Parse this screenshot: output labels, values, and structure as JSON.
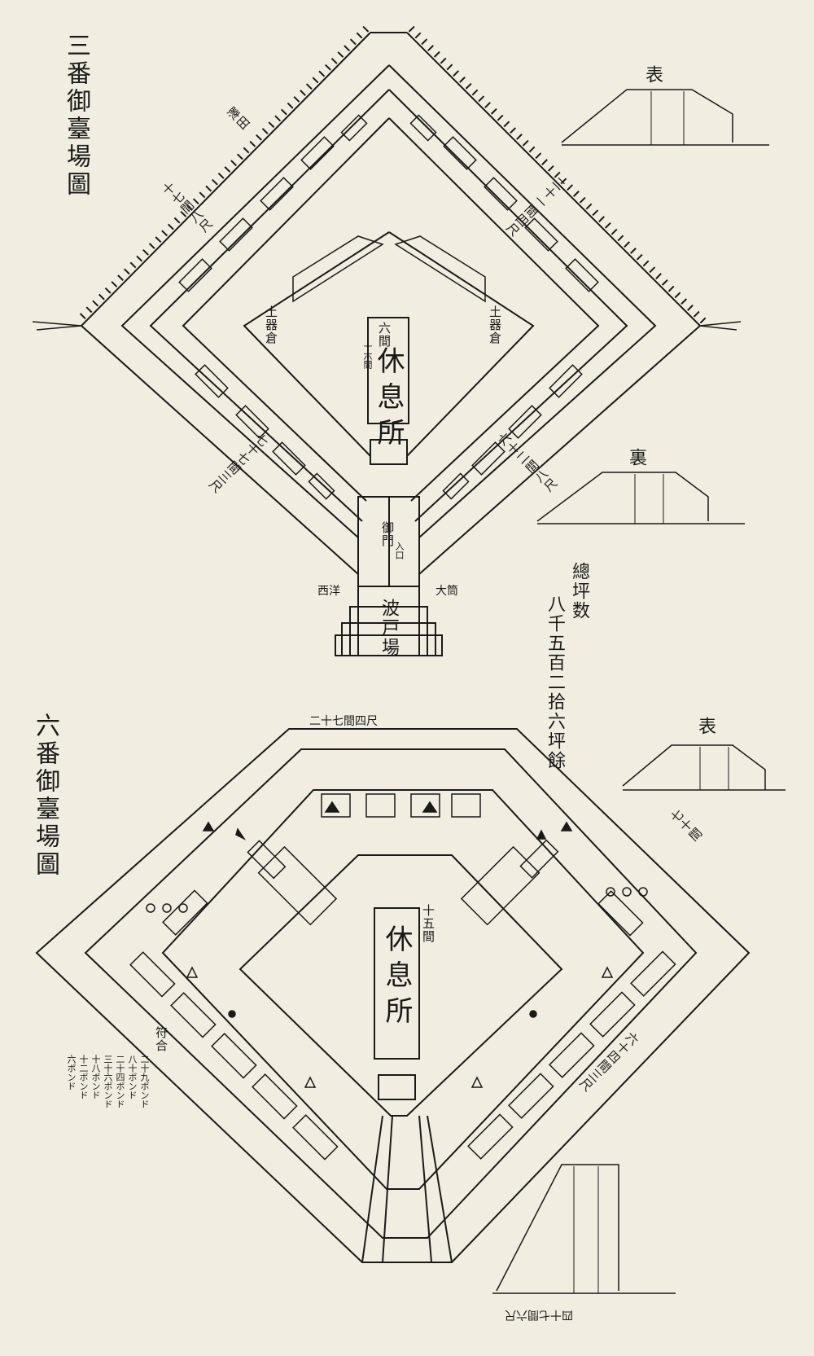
{
  "top_plan": {
    "title": "三番御臺場圖",
    "center_main": "休息所",
    "center_note_top": "六間",
    "center_note_side": "十六間",
    "gate_label": "御門",
    "gate_sub": "入口",
    "front_court": "波戸場",
    "side_left_top": "土器倉",
    "side_right_top": "土器倉",
    "left_side_label": "十七間八尺",
    "right_side_label": "二十一間四尺",
    "lower_left_label": "七十七間三尺",
    "lower_right_label": "六十二間八尺",
    "left_corner_label": "澤田",
    "left_bottom_label": "西洋",
    "right_bottom_label": "大筒",
    "section_front_label": "表",
    "section_back_label": "裏",
    "area_label": "總坪数",
    "area_value": "八千五百二拾六坪餘"
  },
  "bottom_plan": {
    "title": "六番御臺場圖",
    "center_main": "休息所",
    "center_note": "十五間",
    "top_label": "二十七間四尺",
    "right_label": "七十間",
    "lower_right_label": "六十四間三尺",
    "section_label": "表",
    "section_bottom_label": "四十七間六尺",
    "legend_title": "符合",
    "legend_items": [
      "二十九ポンド",
      "八十ポンド",
      "二十四ポンド",
      "三十六ポンド",
      "十八ポンド",
      "十二ポンド",
      "六ポンド"
    ]
  }
}
